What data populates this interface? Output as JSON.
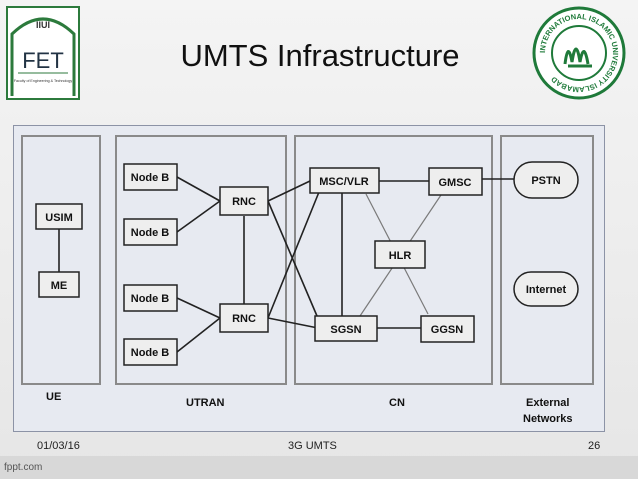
{
  "title": "UMTS Infrastructure",
  "logos": {
    "left_top_text": "IIUI",
    "left_main_text": "FET",
    "left_sub_text": "Faculty of Engineering & Technology",
    "right_ring_text": "INTERNATIONAL ISLAMIC UNIVERSITY ISLAMABAD"
  },
  "diagram": {
    "domains": {
      "ue": "UE",
      "utran": "UTRAN",
      "cn": "CN",
      "external_line1": "External",
      "external_line2": "Networks"
    },
    "nodes": {
      "usim": "USIM",
      "me": "ME",
      "nodeb1": "Node B",
      "nodeb2": "Node B",
      "nodeb3": "Node B",
      "nodeb4": "Node B",
      "rnc1": "RNC",
      "rnc2": "RNC",
      "msc": "MSC/VLR",
      "gmsc": "GMSC",
      "hlr": "HLR",
      "sgsn": "SGSN",
      "ggsn": "GGSN",
      "pstn": "PSTN",
      "internet": "Internet"
    }
  },
  "footer": {
    "date": "01/03/16",
    "center": "3G UMTS",
    "page": "26"
  },
  "watermark": "fppt.com",
  "colors": {
    "diagram_bg": "#e7eaf1",
    "node_fill": "#eeeeee",
    "left_logo_green": "#2c7a3c",
    "right_logo_green": "#1f7a3a"
  }
}
